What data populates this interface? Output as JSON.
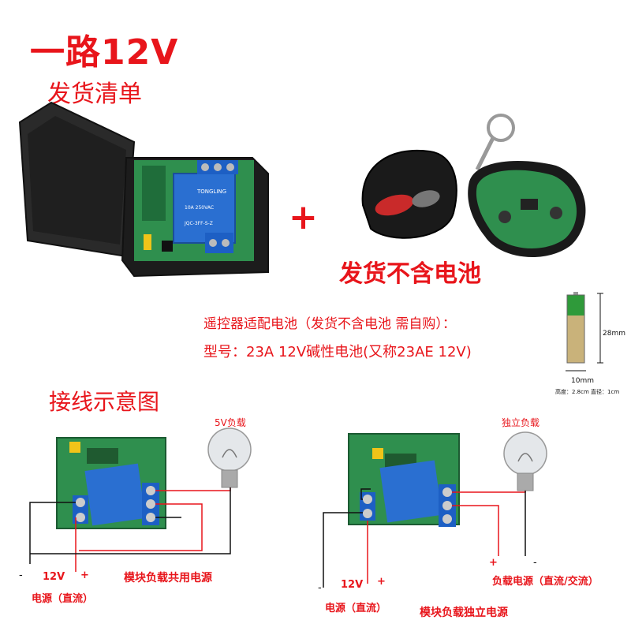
{
  "header": {
    "title": "一路12V",
    "subtitle": "发货清单"
  },
  "package": {
    "plus": "+",
    "no_battery": "发货不含电池",
    "battery_note_line1": "遥控器适配电池（发货不含电池  需自购）：",
    "battery_note_line2": "型号：23A 12V碱性电池(又称23AE 12V)"
  },
  "battery_dims": {
    "height_label": "28mm",
    "width_label": "10mm",
    "footer": "高度：2.8cm  直径：1cm"
  },
  "wiring": {
    "title": "接线示意图",
    "left": {
      "bulb_label": "5V负载",
      "neg": "-",
      "volt": "12V",
      "pos": "+",
      "power_label": "电源（直流）",
      "caption": "模块负载共用电源"
    },
    "right": {
      "bulb_label": "独立负载",
      "neg": "-",
      "volt": "12V",
      "pos": "+",
      "power_label": "电源（直流）",
      "load_pos": "+",
      "load_neg": "-",
      "load_power_label": "负载电源（直流/交流）",
      "caption": "模块负载独立电源"
    }
  },
  "colors": {
    "accent_red": "#e8151b",
    "pcb_green": "#2f8f4e",
    "relay_blue": "#2a6fd1",
    "case_black": "#1b1b1b"
  }
}
